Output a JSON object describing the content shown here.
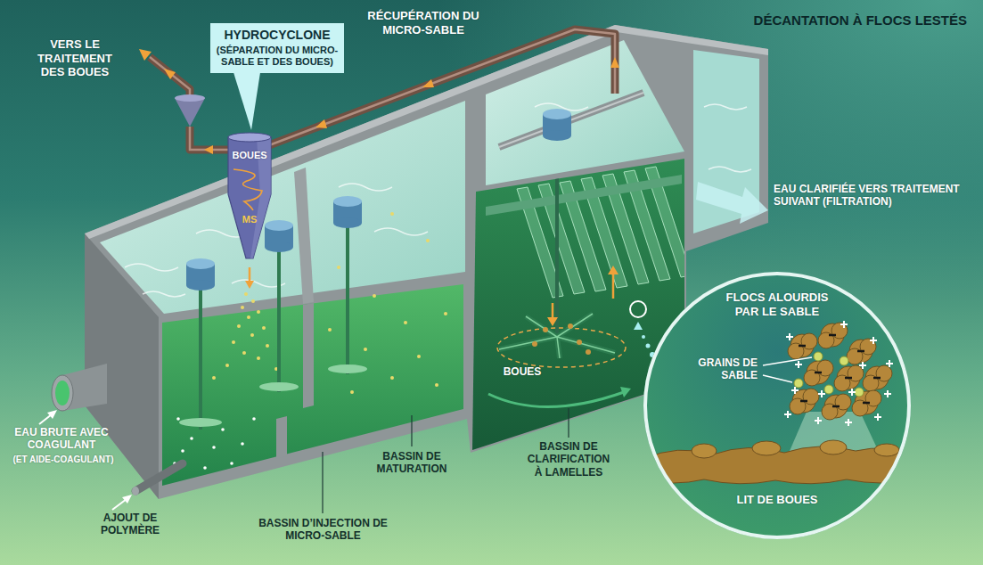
{
  "diagram": {
    "title": "DÉCANTATION À FLOCS LESTÉS",
    "nodes": [
      {
        "text": [
          "HYDROCYCLONE",
          "(SÉPARATION DU MICRO-SABLE ET DES BOUES)"
        ]
      },
      {
        "text": [
          "BOUES",
          "MS"
        ]
      },
      {
        "text": [
          "FLOCS ALOURDIS PAR LE SABLE",
          "GRAINS DE SABLE",
          "LIT DE BOUES"
        ]
      }
    ],
    "labels": [
      "VERS LE TRAITEMENT DES BOUES",
      "RÉCUPÉRATION DU MICRO-SABLE",
      "EAU CLARIFIÉE VERS TRAITEMENT SUIVANT (FILTRATION)",
      "EAU BRUTE AVEC COAGULANT",
      "(ET AIDE-COAGULANT)",
      "AJOUT DE POLYMÈRE",
      "BASSIN D’INJECTION DE MICRO-SABLE",
      "BASSIN DE MATURATION",
      "BASSIN DE CLARIFICATION À LAMELLES",
      "BOUES"
    ]
  }
}
